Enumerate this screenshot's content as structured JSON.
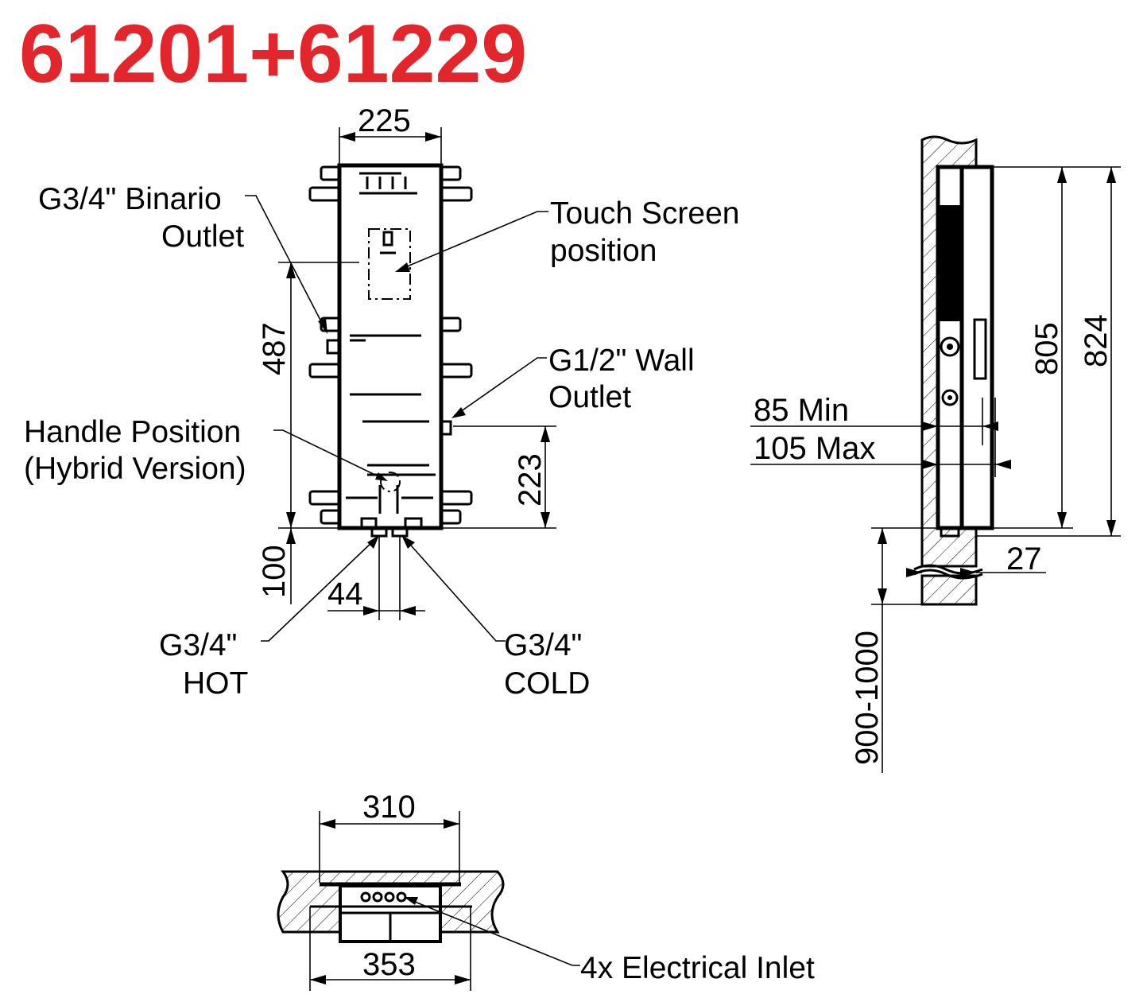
{
  "title": "61201+61229",
  "colors": {
    "title": "#e3262b",
    "lines": "#000000"
  },
  "front_view": {
    "labels": {
      "binario_outlet_1": "G3/4\" Binario",
      "binario_outlet_2": "Outlet",
      "touch_screen_1": "Touch Screen",
      "touch_screen_2": "position",
      "wall_outlet_1": "G1/2\" Wall",
      "wall_outlet_2": "Outlet",
      "handle_position_1": "Handle Position",
      "handle_position_2": "(Hybrid Version)",
      "hot_1": "G3/4\"",
      "hot_2": "HOT",
      "cold_1": "G3/4\"",
      "cold_2": "COLD"
    },
    "dimensions": {
      "width": "225",
      "binario_height": "487",
      "wall_outlet_height": "223",
      "bottom_offset": "100",
      "inlet_spacing": "44"
    }
  },
  "side_view": {
    "dimensions": {
      "height_inner": "805",
      "height_outer": "824",
      "depth_min": "85 Min",
      "depth_max": "105 Max",
      "front_offset": "27",
      "floor_height": "900-1000"
    }
  },
  "top_view": {
    "labels": {
      "electrical_inlet": "4x Electrical Inlet"
    },
    "dimensions": {
      "inner_width": "310",
      "outer_width": "353"
    }
  }
}
